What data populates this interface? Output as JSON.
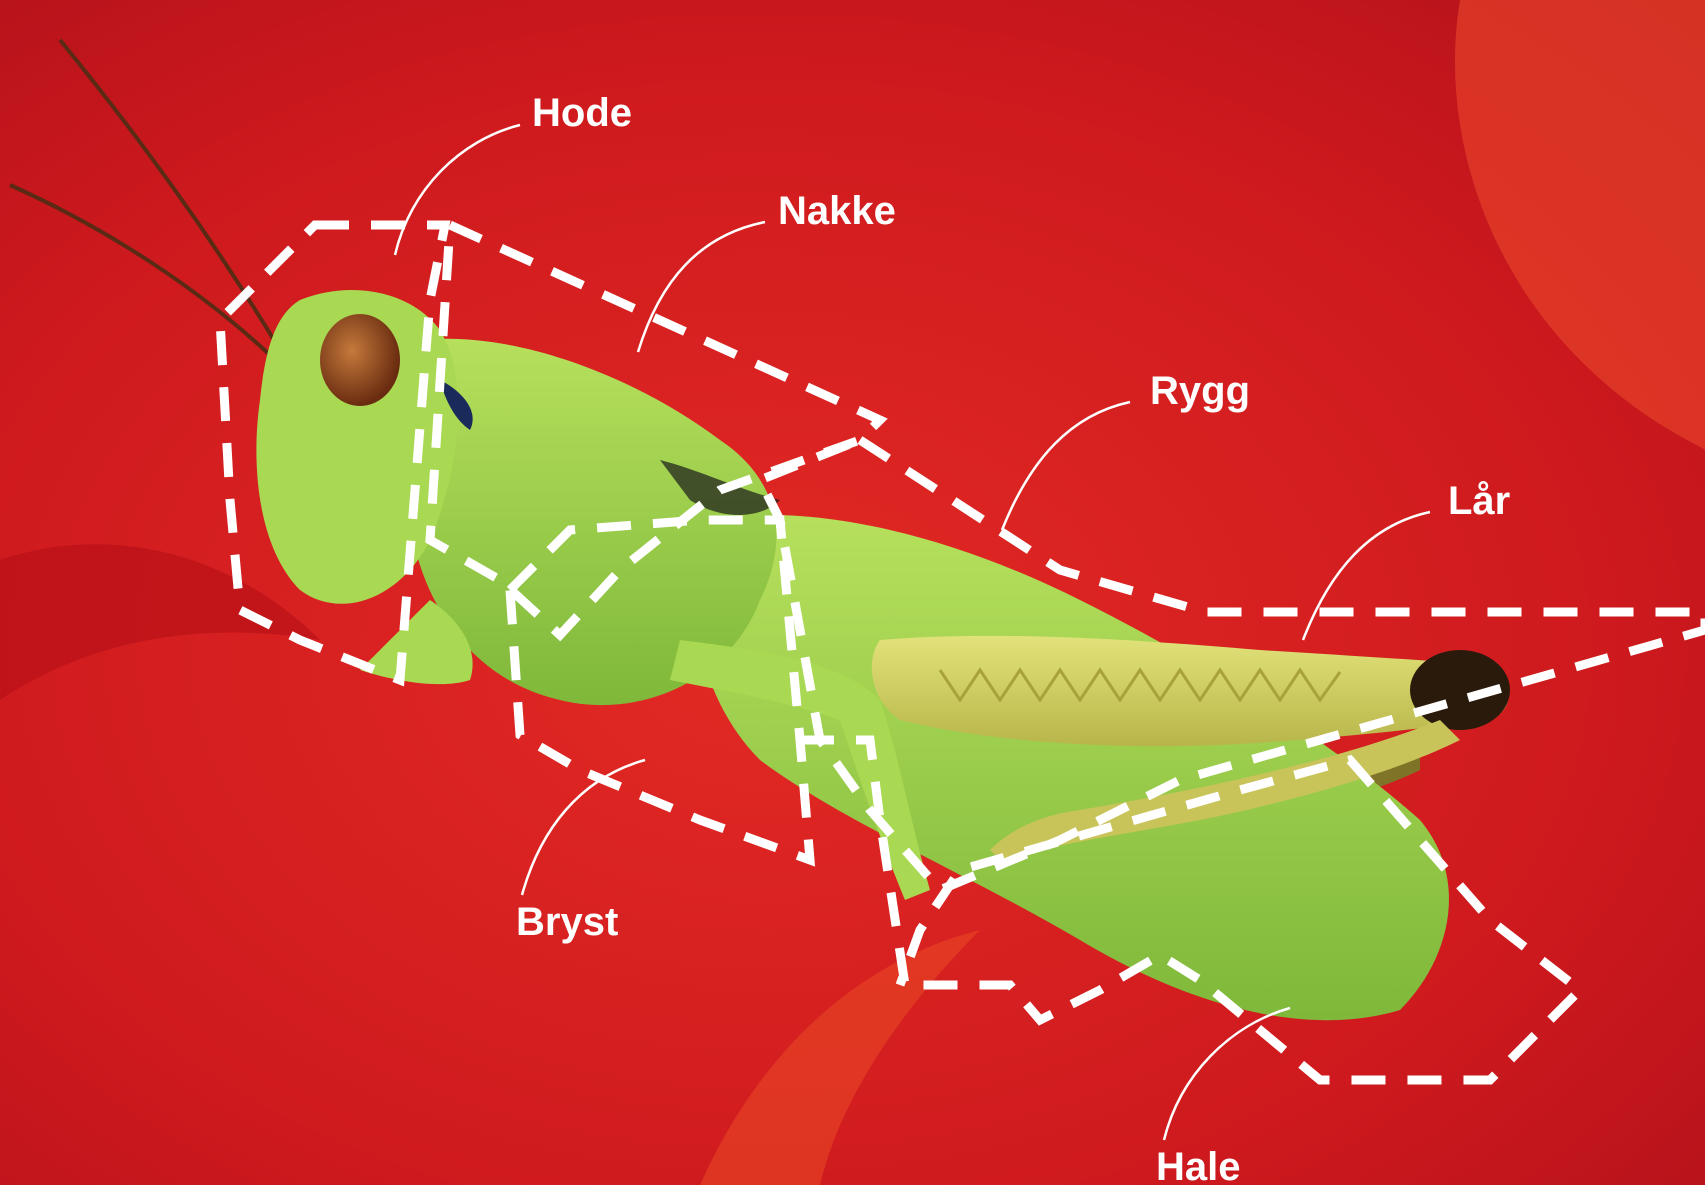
{
  "diagram": {
    "subject": "grasshopper-body-parts",
    "background_color": "#d81c1f",
    "outline_color": "#ffffff",
    "insect_color": "#9fd04a",
    "labels": {
      "hode": "Hode",
      "nakke": "Nakke",
      "rygg": "Rygg",
      "laar": "Lår",
      "bryst": "Bryst",
      "hale": "Hale"
    }
  }
}
